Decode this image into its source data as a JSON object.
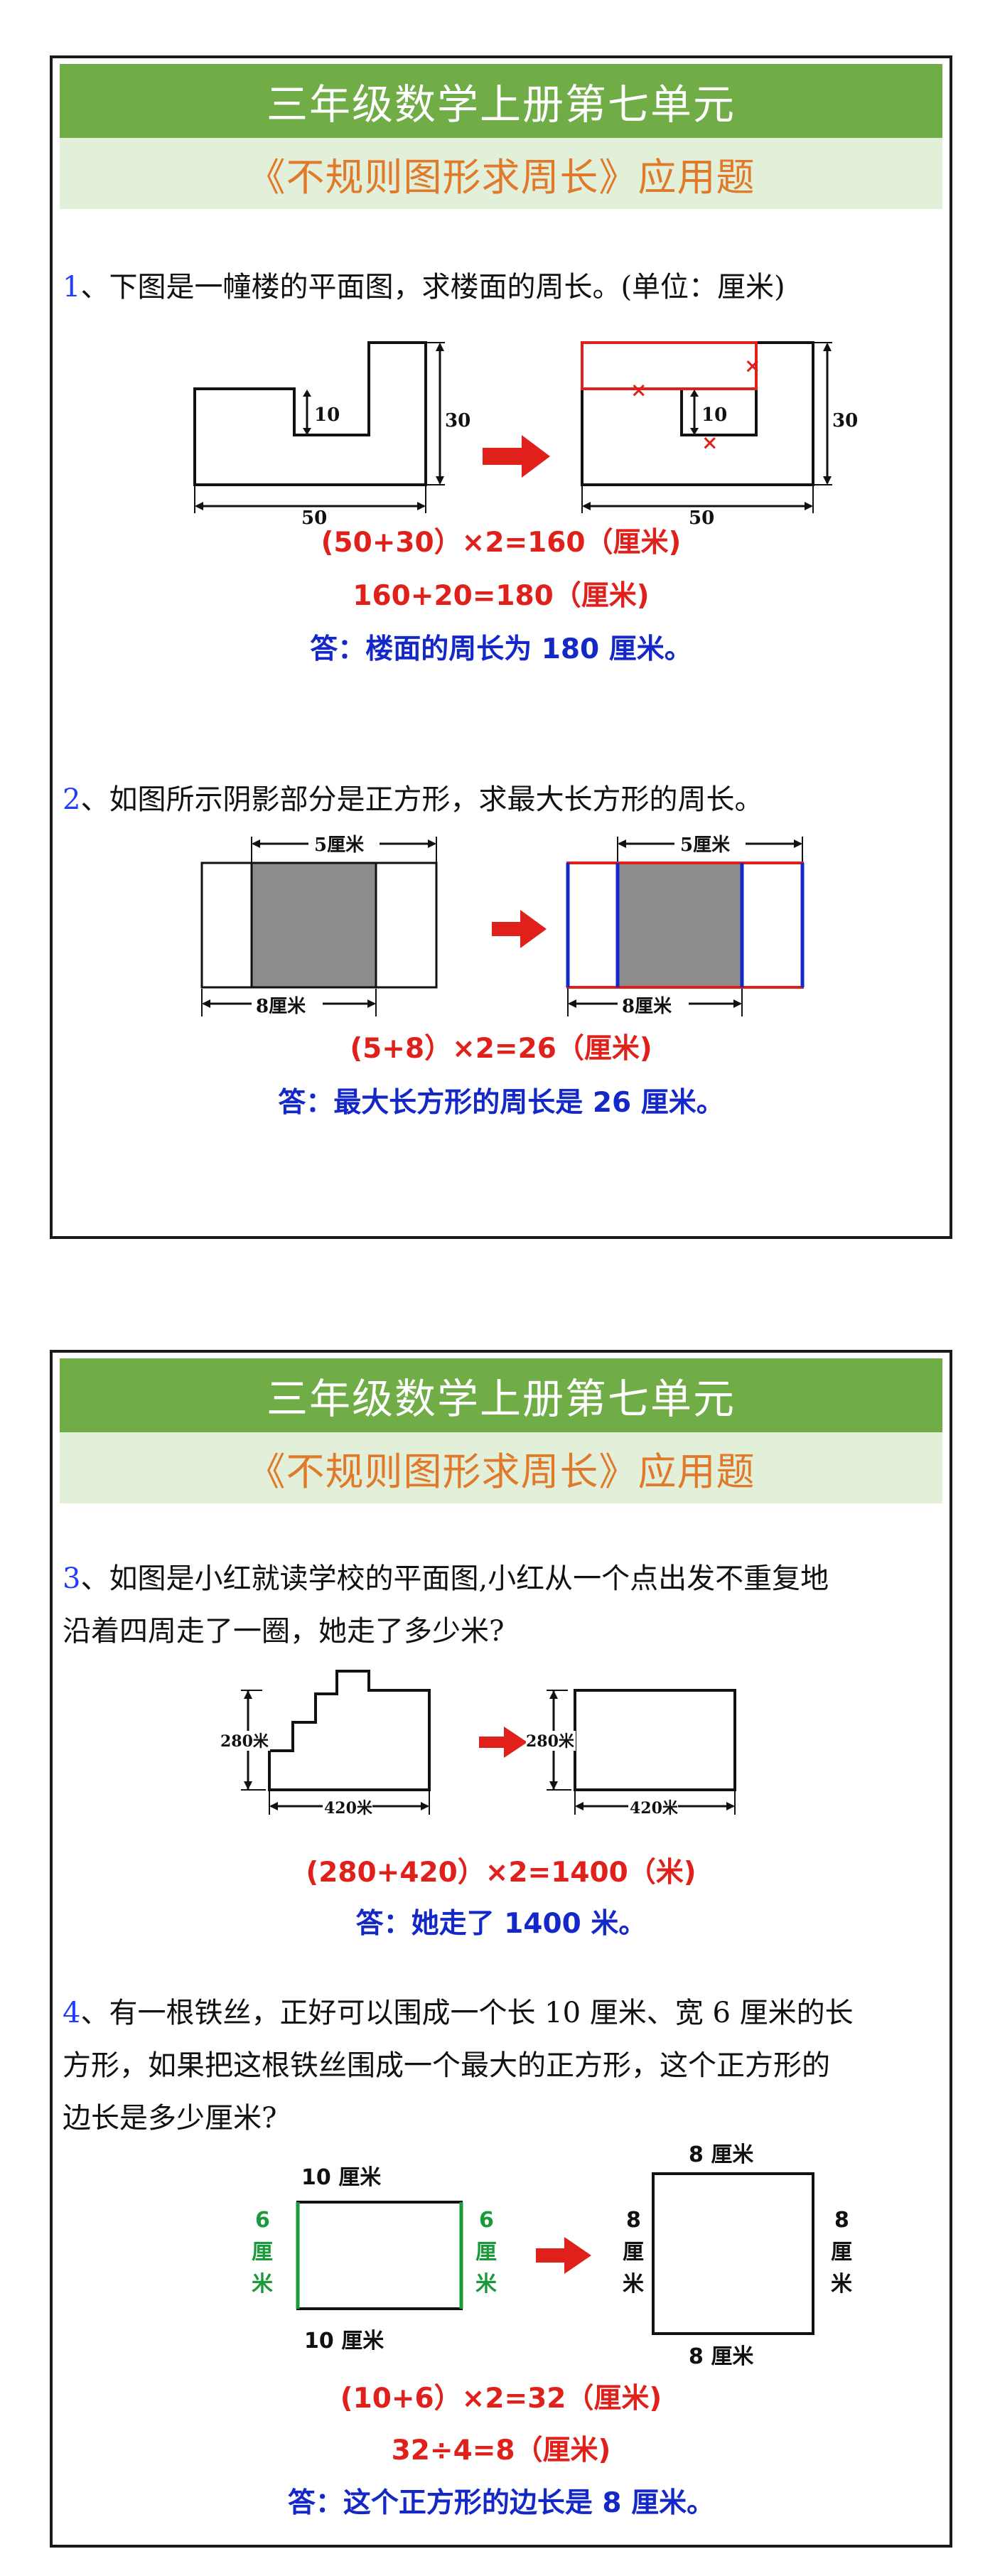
{
  "header": {
    "title": "三年级数学上册第七单元",
    "subtitle": "《不规则图形求周长》应用题"
  },
  "q1": {
    "number": "1",
    "text": "、下图是一幢楼的平面图，求楼面的周长。(单位：厘米)",
    "fig": {
      "label_10": "10",
      "label_30": "30",
      "label_50": "50",
      "label_10b": "10",
      "label_30b": "30",
      "label_50b": "50",
      "mark": "×"
    },
    "line1": "(50+30）×2=160（厘米)",
    "line2": "160+20=180（厘米)",
    "answer": "答：楼面的周长为 180 厘米。"
  },
  "q2": {
    "number": "2",
    "text": "、如图所示阴影部分是正方形，求最大长方形的周长。",
    "fig": {
      "top_label": "5厘米",
      "bottom_label": "8厘米",
      "top_label_b": "5厘米",
      "bottom_label_b": "8厘米"
    },
    "line1": "(5+8）×2=26（厘米)",
    "answer": "答：最大长方形的周长是 26 厘米。"
  },
  "q3": {
    "number": "3",
    "text_line1": "、如图是小红就读学校的平面图,小红从一个点出发不重复地",
    "text_line2": "沿着四周走了一圈，她走了多少米?",
    "fig": {
      "height_label": "280米",
      "width_label": "420米",
      "height_label_b": "280米",
      "width_label_b": "420米"
    },
    "line1": "(280+420）×2=1400（米)",
    "answer": "答：她走了 1400 米。"
  },
  "q4": {
    "number": "4",
    "text_line1": "、有一根铁丝，正好可以围成一个长 10 厘米、宽 6 厘米的长",
    "text_line2": "方形，如果把这根铁丝围成一个最大的正方形，这个正方形的",
    "text_line3": "边长是多少厘米?",
    "fig": {
      "rect_top": "10 厘米",
      "rect_bottom": "10 厘米",
      "rect_side_num": "6",
      "rect_side_c1": "厘",
      "rect_side_c2": "米",
      "sq_top": "8 厘米",
      "sq_bottom": "8 厘米",
      "sq_side_num": "8",
      "sq_side_c1": "厘",
      "sq_side_c2": "米"
    },
    "line1": "(10+6）×2=32（厘米)",
    "line2": "32÷4=8（厘米)",
    "answer": "答：这个正方形的边长是 8 厘米。"
  },
  "colors": {
    "green": "#70ad47",
    "light_green": "#e2efd9",
    "orange": "#e07a2a",
    "red": "#e0201a",
    "blue": "#1428c8",
    "side_green": "#1a9a3a"
  }
}
